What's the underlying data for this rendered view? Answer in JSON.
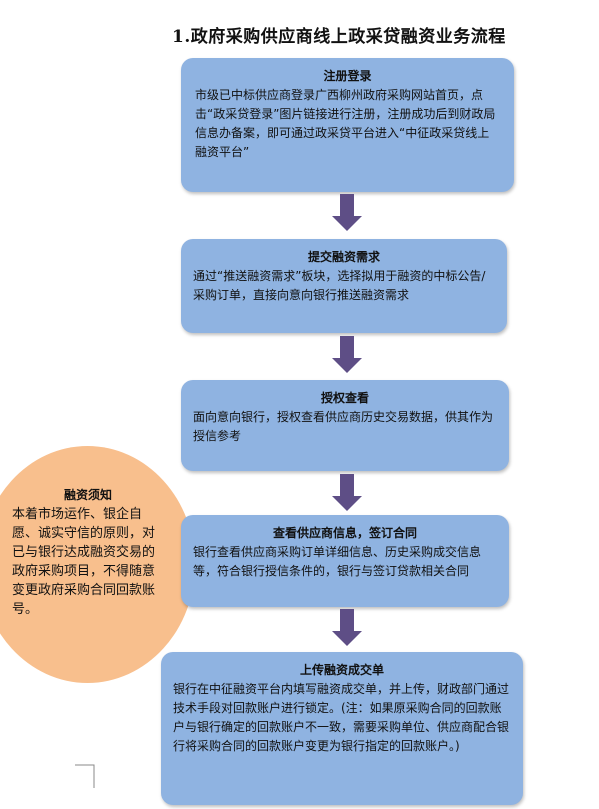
{
  "title": "1.政府采购供应商线上政采贷融资业务流程",
  "steps": [
    {
      "head": "注册登录",
      "body": "市级已中标供应商登录广西柳州政府采购网站首页，点击“政采贷登录”图片链接进行注册，注册成功后到财政局信息办备案，即可通过政采贷平台进入“中征政采贷线上融资平台”"
    },
    {
      "head": "提交融资需求",
      "body": "通过“推送融资需求”板块，选择拟用于融资的中标公告/采购订单，直接向意向银行推送融资需求"
    },
    {
      "head": "授权查看",
      "body": "面向意向银行，授权查看供应商历史交易数据，供其作为授信参考"
    },
    {
      "head": "查看供应商信息，签订合同",
      "body": "银行查看供应商采购订单详细信息、历史采购成交信息等，符合银行授信条件的，银行与签订贷款相关合同"
    },
    {
      "head": "上传融资成交单",
      "body": "银行在中征融资平台内填写融资成交单，并上传，财政部门通过技术手段对回款账户进行锁定。(注：如果原采购合同的回款账户与银行确定的回款账户不一致，需要采购单位、供应商配合银行将采购合同的回款账户变更为银行指定的回款账户。)"
    }
  ],
  "note": {
    "title": "融资须知",
    "body": "本着市场运作、银企自愿、诚实守信的原则，对已与银行达成融资交易的政府采购项目，不得随意变更政府采购合同回款账号。"
  },
  "colors": {
    "box": "#8fb3e1",
    "arrow": "#5e4e86",
    "note": "#f8bf8d"
  }
}
